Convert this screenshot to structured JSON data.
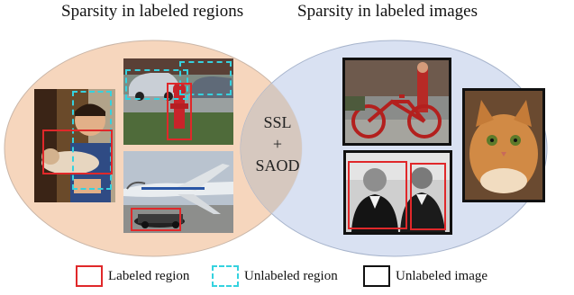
{
  "titles": {
    "left": "Sparsity in labeled regions",
    "right": "Sparsity in labeled images"
  },
  "center": {
    "line1": "SSL",
    "line2": "+",
    "line3": "SAOD"
  },
  "legend": {
    "labeled_region": "Labeled region",
    "unlabeled_region": "Unlabeled region",
    "unlabeled_image": "Unlabeled image"
  },
  "colors": {
    "left_ellipse": "#f6d6bd",
    "right_ellipse": "#d2dcf0",
    "labeled_region": "#e0282a",
    "unlabeled_region": "#35d2df",
    "unlabeled_image": "#111111"
  },
  "images": {
    "left": [
      "boy-with-cat",
      "street-fire-hydrant",
      "airplane-with-car"
    ],
    "right": [
      "red-bicycle",
      "orange-cat",
      "two-men-in-suits"
    ]
  }
}
